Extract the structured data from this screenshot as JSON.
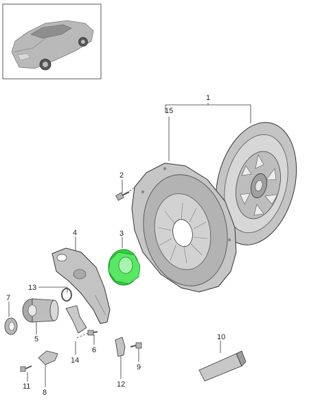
{
  "thumbnail": {
    "icon": "car-icon"
  },
  "callouts": {
    "c1": "1",
    "c15": "15",
    "c2": "2",
    "c3": "3",
    "c4": "4",
    "c13": "13",
    "c7": "7",
    "c5": "5",
    "c6": "6",
    "c14": "14",
    "c9": "9",
    "c10": "10",
    "c11": "11",
    "c8": "8",
    "c12": "12"
  },
  "colors": {
    "line": "#333333",
    "part_fill": "#c9c9c9",
    "part_dark": "#9a9a9a",
    "highlight": "#39d94a"
  }
}
